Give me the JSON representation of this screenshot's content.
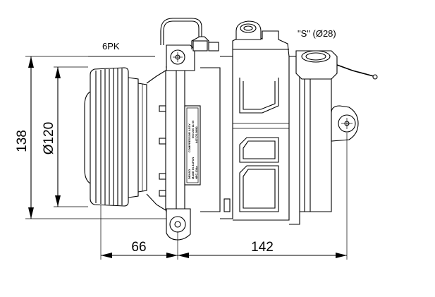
{
  "title": "A/C compressor dimensional drawing",
  "labels": {
    "belt_profile": "6PK",
    "port_s": "\"S\" (Ø28)"
  },
  "dimensions": {
    "overall_height": "138",
    "pulley_diameter": "Ø120",
    "pulley_to_mount": "66",
    "mount_spacing": "142"
  },
  "nameplate": {
    "lines": [
      "COMPRESSOR ASSY",
      "000 230 11 00",
      "447170-9090",
      "DENSO",
      "MADE IN JAPAN",
      "HFC-134a",
      "4SEZ16"
    ]
  },
  "colors": {
    "line": "#000000",
    "background": "#ffffff"
  }
}
